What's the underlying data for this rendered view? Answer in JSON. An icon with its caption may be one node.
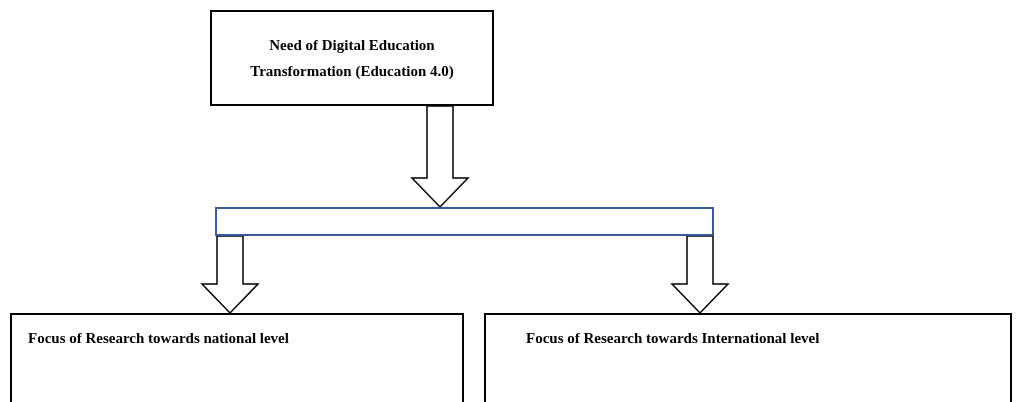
{
  "diagram": {
    "nodes": [
      {
        "text": [
          "Need of Digital Education Transformation (Education 4.0)"
        ]
      },
      {
        "text": [],
        "shape": "bar"
      },
      {
        "text": [
          "Focus of Research towards national level"
        ]
      },
      {
        "text": [
          "Focus of Research towards International level"
        ]
      }
    ],
    "edges": [
      {
        "from": 0,
        "to": 1,
        "arrow": "to"
      },
      {
        "from": 1,
        "to": 2,
        "arrow": "to"
      },
      {
        "from": 1,
        "to": 3,
        "arrow": "to"
      }
    ]
  }
}
